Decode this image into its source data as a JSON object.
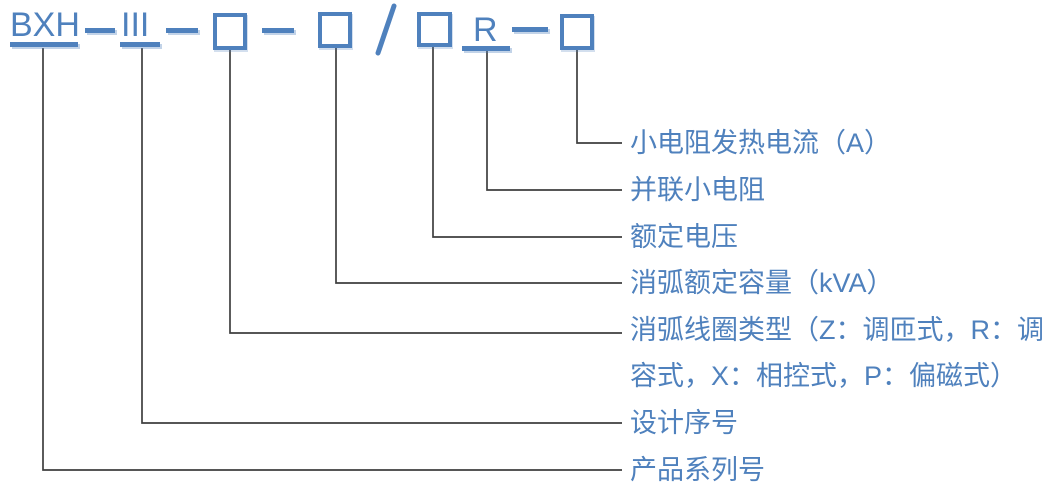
{
  "colors": {
    "accent_blue": "#4F81BD",
    "connector_gray": "#3F3F3F",
    "background": "#ffffff"
  },
  "code": {
    "series": "BXH",
    "design_no": "III",
    "resistor_letter": "R",
    "slash": "/",
    "placeholder": "□",
    "separator": "—"
  },
  "labels": [
    {
      "text": "小电阻发热电流（A）"
    },
    {
      "text": "并联小电阻"
    },
    {
      "text": "额定电压"
    },
    {
      "text": "消弧额定容量（kVA）"
    },
    {
      "line1": "消弧线圈类型（Z：调匝式，R：调",
      "line2": "容式，X：相控式，P：偏磁式）"
    },
    {
      "text": "设计序号"
    },
    {
      "text": "产品系列号"
    }
  ]
}
